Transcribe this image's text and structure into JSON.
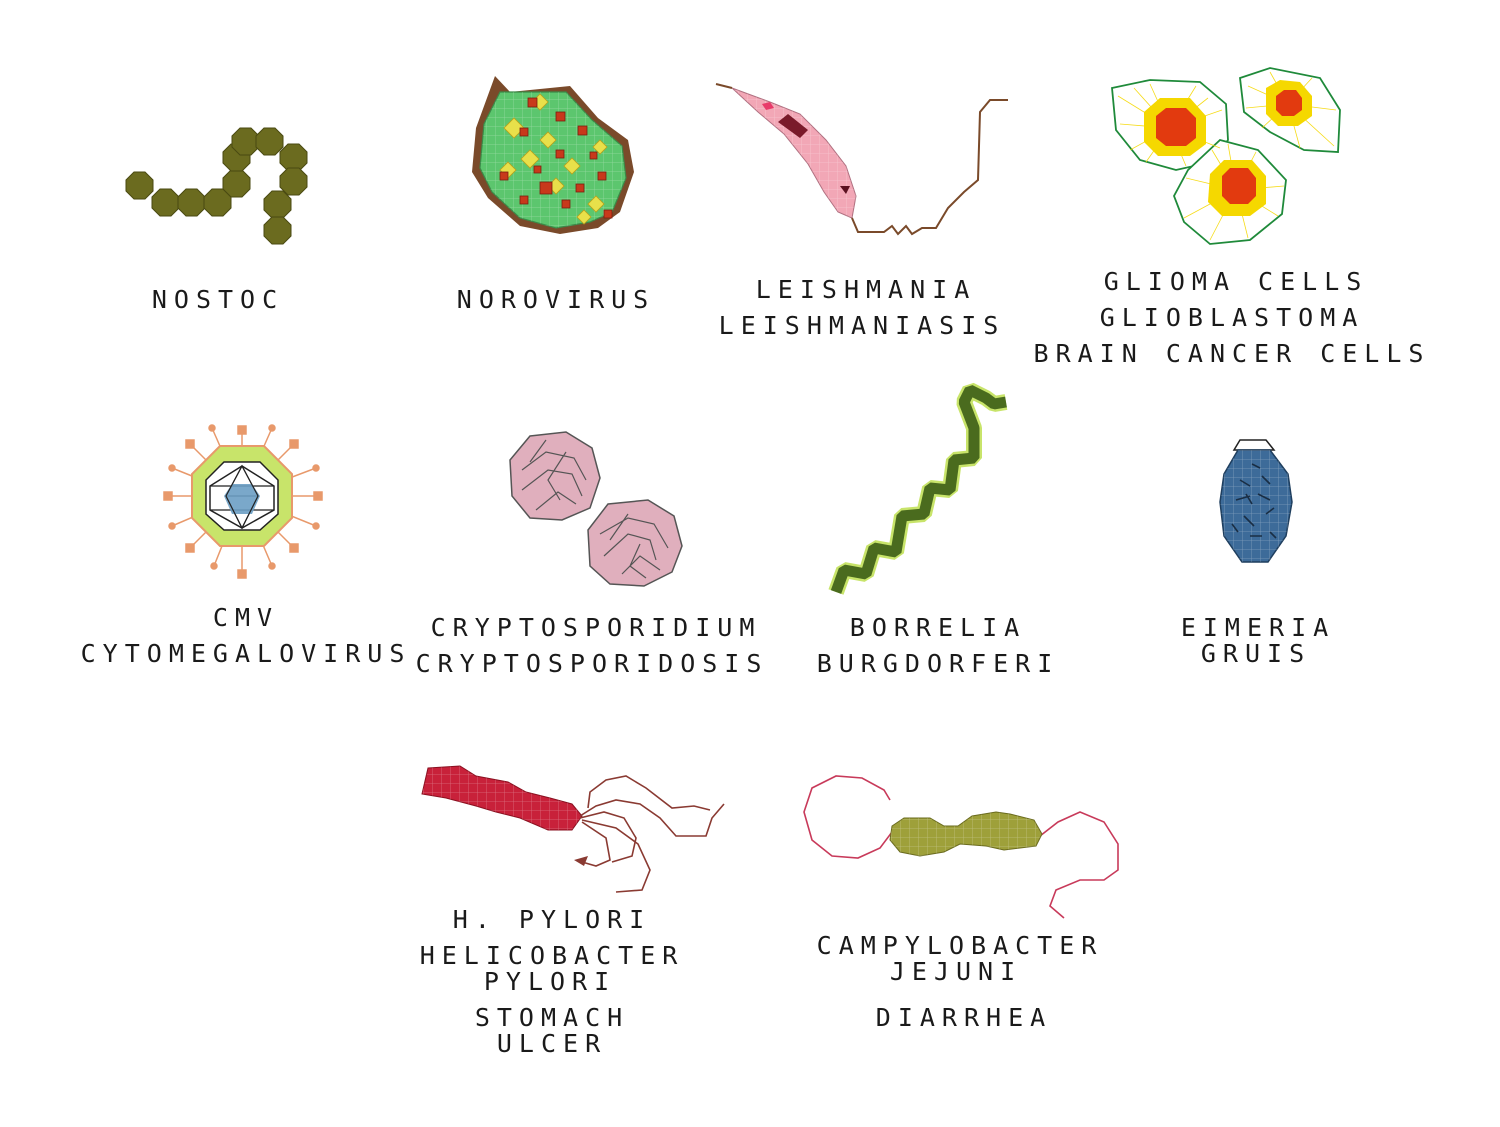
{
  "colors": {
    "nostoc": "#6b6b1f",
    "norovirus_fill": "#5cc66e",
    "norovirus_border": "#7a4a2a",
    "norovirus_particle_red": "#c8391b",
    "norovirus_particle_yellow": "#e8e04a",
    "leishmania_body": "#f2a7b6",
    "leishmania_flagellum": "#7a4a2a",
    "glioma_nucleus": "#e23a0f",
    "glioma_ring": "#f5d800",
    "glioma_outline": "#1f8a3a",
    "cmv_spikes": "#e8996b",
    "cmv_envelope": "#c8e46a",
    "cmv_core": "#6b9ec4",
    "cryptosporidium": "#e0afbd",
    "borrelia": "#4a6b1e",
    "borrelia_edge": "#c8e46a",
    "eimeria": "#3d6b99",
    "h_pylori": "#c8213a",
    "h_pylori_flagella": "#8a3a32",
    "campylobacter": "#9ea03a",
    "campylobacter_flagella": "#c83a5a",
    "label_text": "#1a1a1a"
  },
  "organisms": [
    {
      "id": "nostoc",
      "icon": "nostoc-icon",
      "label_lines": [
        "NOSTOC"
      ]
    },
    {
      "id": "norovirus",
      "icon": "norovirus-icon",
      "label_lines": [
        "NOROVIRUS"
      ]
    },
    {
      "id": "leishmania",
      "icon": "leishmania-icon",
      "label_lines": [
        "LEISHMANIA",
        "LEISHMANIASIS"
      ]
    },
    {
      "id": "glioma",
      "icon": "glioma-cells-icon",
      "label_lines": [
        "GLIOMA CELLS",
        "GLIOBLASTOMA",
        "BRAIN CANCER CELLS"
      ]
    },
    {
      "id": "cmv",
      "icon": "cmv-virus-icon",
      "label_lines": [
        "CMV",
        "CYTOMEGALOVIRUS"
      ]
    },
    {
      "id": "cryptosporidium",
      "icon": "cryptosporidium-icon",
      "label_lines": [
        "CRYPTOSPORIDIUM",
        "CRYPTOSPORIDOSIS"
      ]
    },
    {
      "id": "borrelia",
      "icon": "borrelia-icon",
      "label_lines": [
        "BORRELIA",
        "BURGDORFERI"
      ]
    },
    {
      "id": "eimeria",
      "icon": "eimeria-icon",
      "label_lines": [
        "EIMERIA",
        "GRUIS"
      ]
    },
    {
      "id": "h_pylori",
      "icon": "h-pylori-icon",
      "label_lines": [
        "H. PYLORI",
        "HELICOBACTER",
        "PYLORI",
        "STOMACH",
        "ULCER"
      ]
    },
    {
      "id": "campylobacter",
      "icon": "campylobacter-icon",
      "label_lines": [
        "CAMPYLOBACTER",
        "JEJUNI",
        "DIARRHEA"
      ]
    }
  ]
}
